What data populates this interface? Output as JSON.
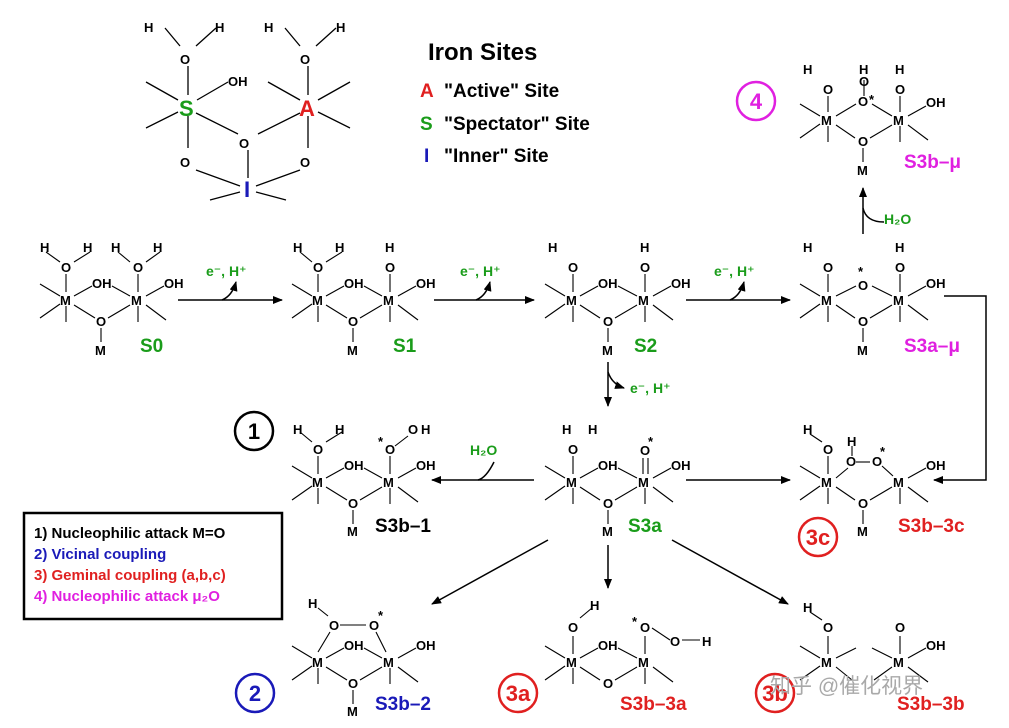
{
  "colors": {
    "black": "#000000",
    "green": "#1a9c1a",
    "red": "#e02020",
    "blue": "#1a1ab8",
    "magenta": "#e020e0"
  },
  "legend": {
    "title": "Iron Sites",
    "items": [
      {
        "letter": "A",
        "text": "\"Active\" Site",
        "color": "red"
      },
      {
        "letter": "S",
        "text": "\"Spectator\" Site",
        "color": "green"
      },
      {
        "letter": "I",
        "text": "\"Inner\" Site",
        "color": "blue"
      }
    ]
  },
  "labels": {
    "s0": "S0",
    "s1": "S1",
    "s2": "S2",
    "s3a_mu": "S3a–μ",
    "s3b_mu": "S3b–μ",
    "s3a": "S3a",
    "s3b_1": "S3b–1",
    "s3b_2": "S3b–2",
    "s3b_3a": "S3b–3a",
    "s3b_3b": "S3b–3b",
    "s3b_3c": "S3b–3c"
  },
  "conditions": {
    "e_h": "e⁻, H⁺",
    "water": "H₂O"
  },
  "pathways": [
    {
      "n": "1",
      "text": "1) Nucleophilic attack M=O",
      "color": "black"
    },
    {
      "n": "2",
      "text": "2) Vicinal coupling",
      "color": "blue"
    },
    {
      "n": "3",
      "text": "3) Geminal coupling (a,b,c)",
      "color": "red"
    },
    {
      "n": "4",
      "text": "4) Nucleophilic attack  μ₂O",
      "color": "magenta"
    }
  ],
  "circles": {
    "c1": "1",
    "c2": "2",
    "c3a": "3a",
    "c3b": "3b",
    "c3c": "3c",
    "c4": "4"
  },
  "watermark": "知乎 @催化视界"
}
